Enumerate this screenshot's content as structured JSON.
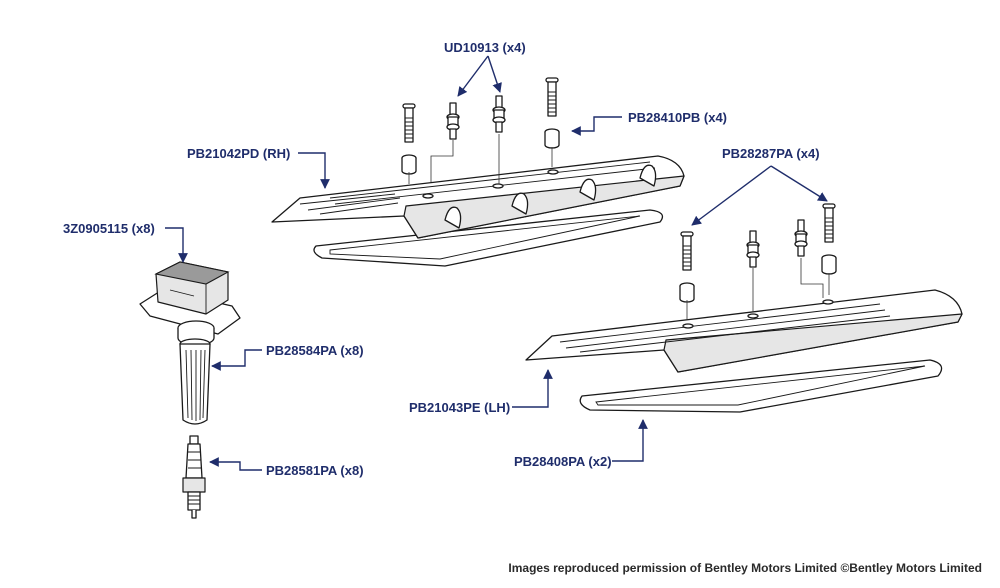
{
  "labels": {
    "ud10913": "UD10913 (x4)",
    "pb28410pb": "PB28410PB (x4)",
    "pb21042pd": "PB21042PD (RH)",
    "pb28287pa": "PB28287PA (x4)",
    "z0905115": "3Z0905115 (x8)",
    "pb28584pa": "PB28584PA (x8)",
    "pb21043pe": "PB21043PE (LH)",
    "pb28581pa": "PB28581PA (x8)",
    "pb28408pa": "PB28408PA (x2)"
  },
  "credit": "Images reproduced permission of Bentley Motors Limited ©Bentley Motors Limited",
  "colors": {
    "label": "#1f2d6b",
    "line": "#1a1a1a"
  }
}
